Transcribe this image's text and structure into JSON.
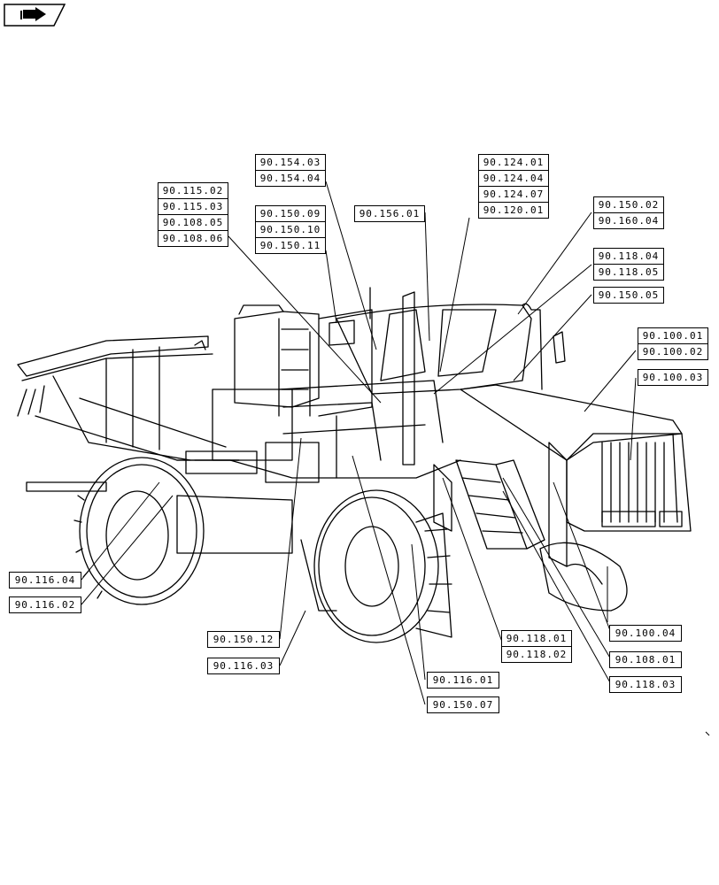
{
  "callouts": {
    "c1": [
      "90.154.03",
      "90.154.04"
    ],
    "c2": [
      "90.115.02",
      "90.115.03",
      "90.108.05",
      "90.108.06"
    ],
    "c3": [
      "90.150.09",
      "90.150.10",
      "90.150.11"
    ],
    "c4": [
      "90.156.01"
    ],
    "c5": [
      "90.124.01",
      "90.124.04",
      "90.124.07",
      "90.120.01"
    ],
    "c6": [
      "90.150.02",
      "90.160.04"
    ],
    "c7": [
      "90.118.04",
      "90.118.05"
    ],
    "c8": [
      "90.150.05"
    ],
    "c9": [
      "90.100.01",
      "90.100.02"
    ],
    "c10": [
      "90.100.03"
    ],
    "c11": [
      "90.116.04"
    ],
    "c12": [
      "90.116.02"
    ],
    "c13": [
      "90.150.12"
    ],
    "c14": [
      "90.116.03"
    ],
    "c15": [
      "90.116.01"
    ],
    "c16": [
      "90.150.07"
    ],
    "c17": [
      "90.118.01",
      "90.118.02"
    ],
    "c18": [
      "90.100.04"
    ],
    "c19": [
      "90.108.01"
    ],
    "c20": [
      "90.118.03"
    ]
  },
  "icons": {
    "nav": "page-forward-arrow-icon"
  }
}
